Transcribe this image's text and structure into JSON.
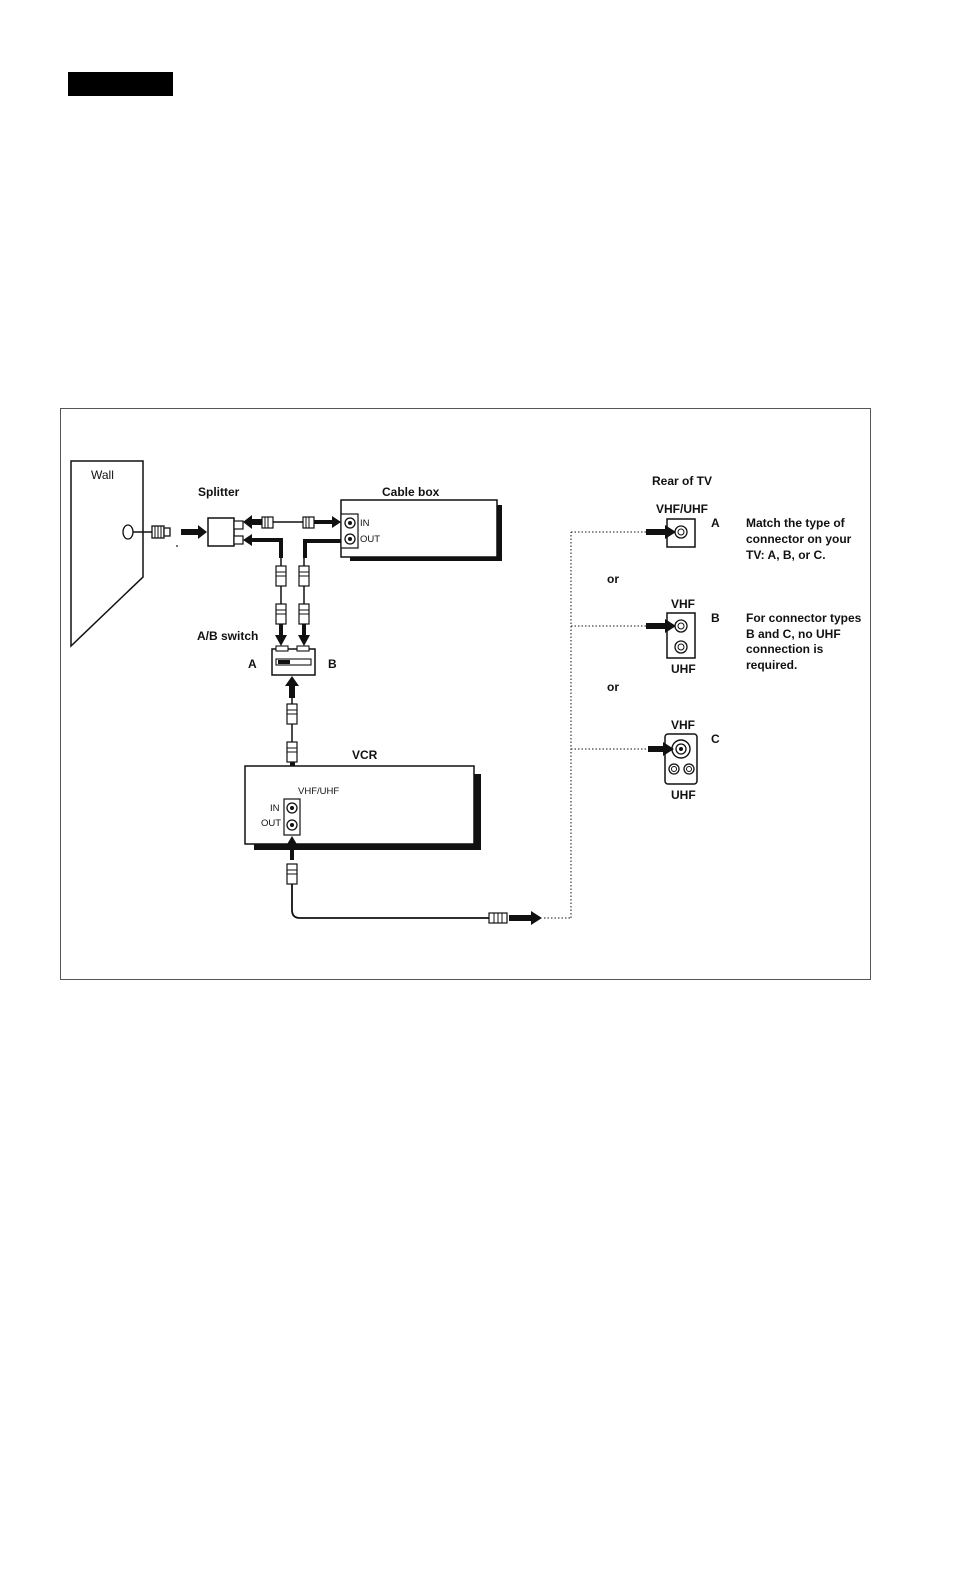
{
  "diagram": {
    "labels": {
      "wall": "Wall",
      "splitter": "Splitter",
      "cable_box": "Cable box",
      "cable_in": "IN",
      "cable_out": "OUT",
      "ab_switch": "A/B switch",
      "switch_a": "A",
      "switch_b": "B",
      "vcr": "VCR",
      "vcr_vhf_uhf": "VHF/UHF",
      "vcr_in": "IN",
      "vcr_out": "OUT",
      "rear_of_tv": "Rear of TV",
      "tv_a_vhfuhf": "VHF/UHF",
      "tv_a_letter": "A",
      "or_1": "or",
      "tv_b_vhf": "VHF",
      "tv_b_letter": "B",
      "tv_b_uhf": "UHF",
      "or_2": "or",
      "tv_c_vhf": "VHF",
      "tv_c_letter": "C",
      "tv_c_uhf": "UHF"
    },
    "notes": {
      "match_lines": [
        "Match the type of",
        "connector on your",
        "TV: A, B, or C."
      ],
      "types_lines": [
        "For connector types",
        "B and C, no UHF",
        "connection is",
        "required."
      ]
    }
  }
}
